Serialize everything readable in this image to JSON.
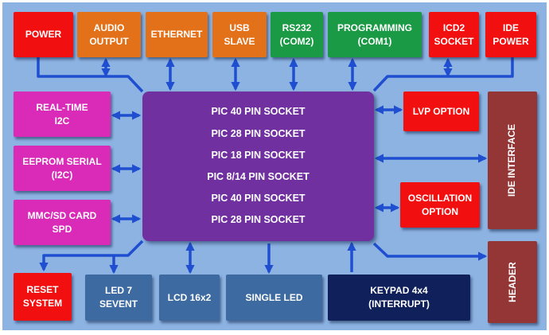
{
  "diagram": {
    "colors": {
      "background": "#8db3e2",
      "lines": "#1f4fd0",
      "power": "#f20f0f",
      "peripheral_top": "#e3711a",
      "serial": "#1a9a45",
      "storage": "#d92bb8",
      "display": "#3d6aa1",
      "keypad": "#10205a",
      "ide": "#943636",
      "mcu": "#7030a0"
    },
    "top_blocks": {
      "power": [
        "POWER"
      ],
      "audio": [
        "AUDIO",
        "OUTPUT"
      ],
      "ethernet": [
        "ETHERNET"
      ],
      "usb": [
        "USB",
        "SLAVE"
      ],
      "rs232": [
        "RS232",
        "(COM2)"
      ],
      "programming": [
        "PROGRAMMING",
        "(COM1)"
      ],
      "icd2": [
        "ICD2",
        "SOCKET"
      ],
      "ide_power": [
        "IDE",
        "POWER"
      ]
    },
    "left_blocks": {
      "rtc": [
        "REAL-TIME",
        "I2C"
      ],
      "eeprom": [
        "EEPROM SERIAL",
        "(I2C)"
      ],
      "mmc": [
        "MMC/SD CARD",
        "SPD"
      ]
    },
    "right_blocks": {
      "lvp": [
        "LVP OPTION"
      ],
      "oscillation": [
        "OSCILLATION",
        "OPTION"
      ],
      "ide_interface": "IDE INTERFACE",
      "header": "HEADER"
    },
    "bottom_blocks": {
      "reset": [
        "RESET",
        "SYSTEM"
      ],
      "led7": [
        "LED 7",
        "SEVENT"
      ],
      "lcd": [
        "LCD 16x2"
      ],
      "single_led": [
        "SINGLE LED"
      ],
      "keypad": [
        "KEYPAD 4x4",
        "(INTERRUPT)"
      ]
    },
    "sockets": [
      "PIC 40 PIN SOCKET",
      "PIC 28 PIN SOCKET",
      "PIC 18 PIN SOCKET",
      "PIC 8/14 PIN SOCKET",
      "PIC 40 PIN SOCKET",
      "PIC 28 PIN SOCKET"
    ]
  }
}
